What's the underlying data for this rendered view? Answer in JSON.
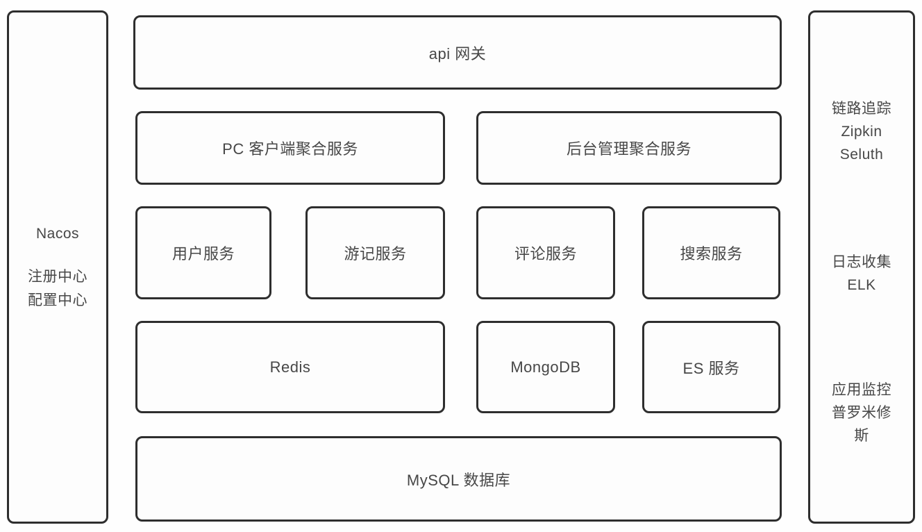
{
  "colors": {
    "border": "#2e2e2e",
    "text": "#474747",
    "background": "#fefefe"
  },
  "left_panel": {
    "title": "Nacos",
    "lines": [
      "注册中心",
      "配置中心"
    ]
  },
  "right_panel": {
    "tracing": {
      "lines": [
        "链路追踪",
        "Zipkin",
        "Seluth"
      ]
    },
    "logging": {
      "lines": [
        "日志收集",
        "ELK"
      ]
    },
    "monitoring": {
      "lines": [
        "应用监控",
        "普罗米修",
        "斯"
      ]
    }
  },
  "nodes": {
    "api_gateway": "api 网关",
    "pc_aggregation": "PC 客户端聚合服务",
    "admin_aggregation": "后台管理聚合服务",
    "user_service": "用户服务",
    "travel_service": "游记服务",
    "comment_service": "评论服务",
    "search_service": "搜索服务",
    "redis": "Redis",
    "mongodb": "MongoDB",
    "es_service": "ES 服务",
    "mysql": "MySQL 数据库"
  }
}
